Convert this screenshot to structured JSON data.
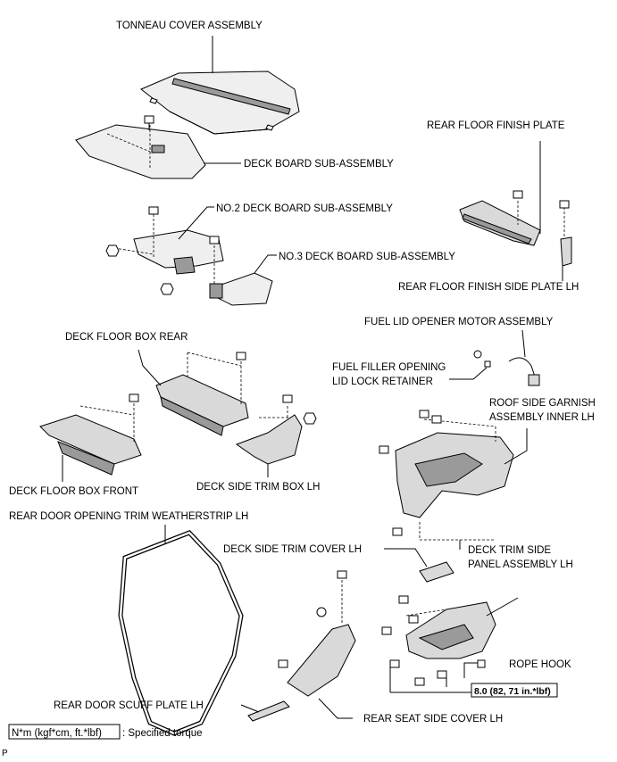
{
  "labels": {
    "tonneau_cover": "TONNEAU COVER ASSEMBLY",
    "rear_floor_finish_plate": "REAR FLOOR FINISH PLATE",
    "deck_board": "DECK BOARD SUB-ASSEMBLY",
    "no2_deck_board": "NO.2 DECK BOARD SUB-ASSEMBLY",
    "no3_deck_board": "NO.3 DECK BOARD SUB-ASSEMBLY",
    "rear_floor_finish_side_plate": "REAR FLOOR FINISH SIDE PLATE LH",
    "fuel_lid_motor": "FUEL LID OPENER MOTOR ASSEMBLY",
    "deck_floor_box_rear": "DECK FLOOR BOX REAR",
    "fuel_filler_retainer_1": "FUEL FILLER OPENING",
    "fuel_filler_retainer_2": "LID LOCK RETAINER",
    "roof_side_garnish_1": "ROOF SIDE GARNISH",
    "roof_side_garnish_2": "ASSEMBLY INNER LH",
    "deck_floor_box_front": "DECK FLOOR BOX FRONT",
    "deck_side_trim_box": "DECK SIDE TRIM BOX LH",
    "rear_door_weatherstrip": "REAR DOOR OPENING TRIM WEATHERSTRIP LH",
    "deck_side_trim_cover": "DECK SIDE TRIM COVER LH",
    "deck_trim_side_panel_1": "DECK TRIM SIDE",
    "deck_trim_side_panel_2": "PANEL ASSEMBLY LH",
    "rope_hook": "ROPE HOOK",
    "torque": "8.0 (82, 71 in.*lbf)",
    "rear_door_scuff": "REAR DOOR SCUFF PLATE LH",
    "rear_seat_side_cover": "REAR SEAT SIDE COVER LH"
  },
  "legend": {
    "unit": "N*m (kgf*cm, ft.*lbf)",
    "desc": ": Specified torque"
  },
  "corner_mark": "P"
}
